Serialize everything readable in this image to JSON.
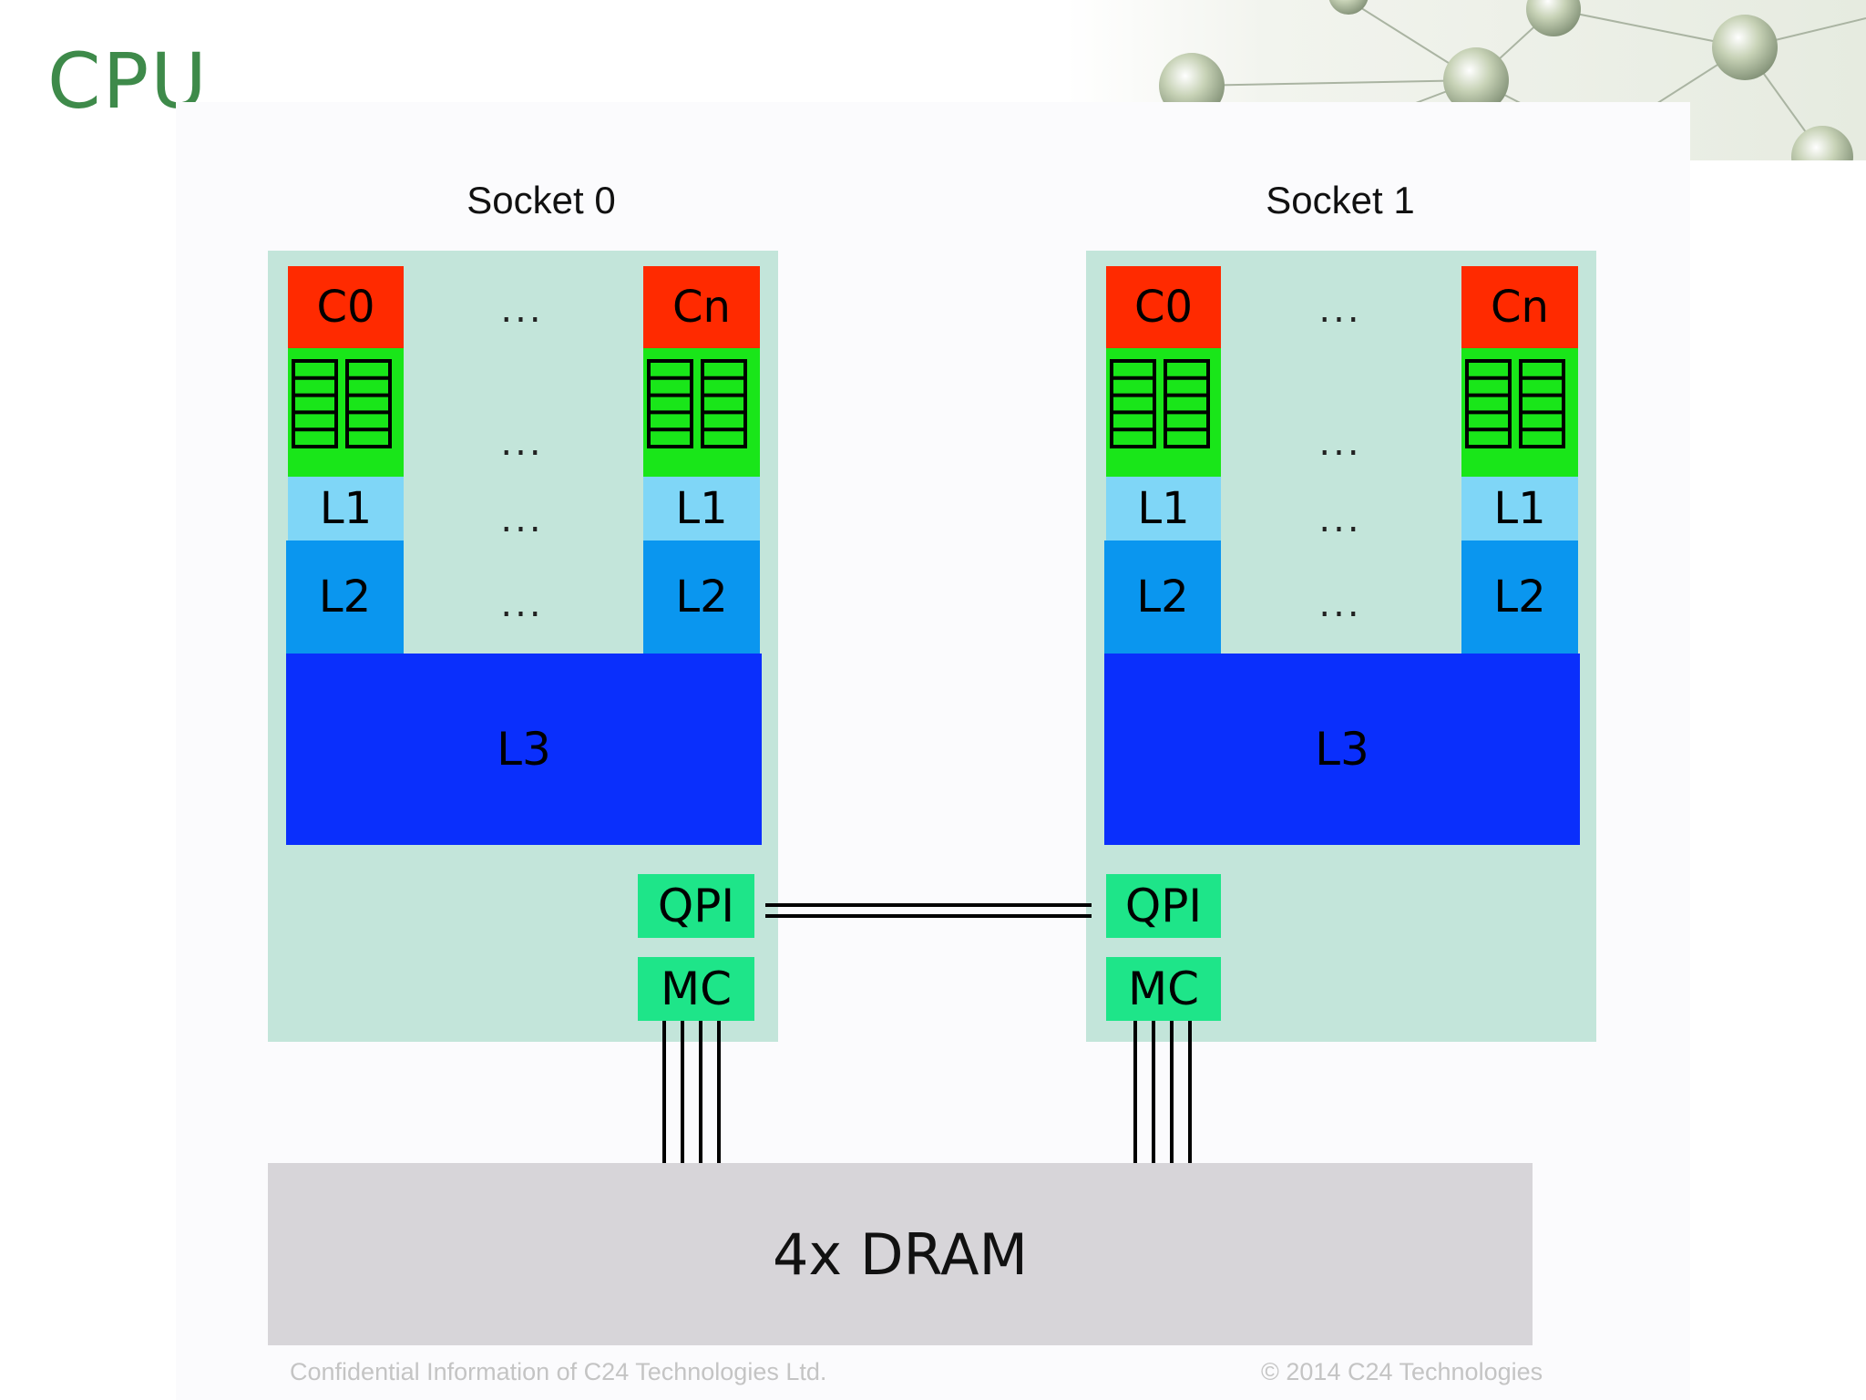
{
  "slide": {
    "title": "CPU",
    "footer_left": "Confidential Information of C24 Technologies Ltd.",
    "footer_right": "© 2014 C24 Technologies"
  },
  "sockets": [
    {
      "label": "Socket 0",
      "core_first": "C0",
      "core_last": "Cn",
      "l1": "L1",
      "l2": "L2",
      "l3": "L3",
      "qpi": "QPI",
      "mc": "MC",
      "ellipsis": "..."
    },
    {
      "label": "Socket 1",
      "core_first": "C0",
      "core_last": "Cn",
      "l1": "L1",
      "l2": "L2",
      "l3": "L3",
      "qpi": "QPI",
      "mc": "MC",
      "ellipsis": "..."
    }
  ],
  "memory": {
    "label": "4x DRAM"
  },
  "colors": {
    "title": "#3e8a4a",
    "socket_bg": "#c3e5da",
    "core": "#ff2a00",
    "registers": "#19e619",
    "l1": "#7fd6f7",
    "l2": "#0a96ef",
    "l3": "#0a2ffc",
    "interconnect": "#1ee589",
    "dram": "#d7d5d9"
  }
}
